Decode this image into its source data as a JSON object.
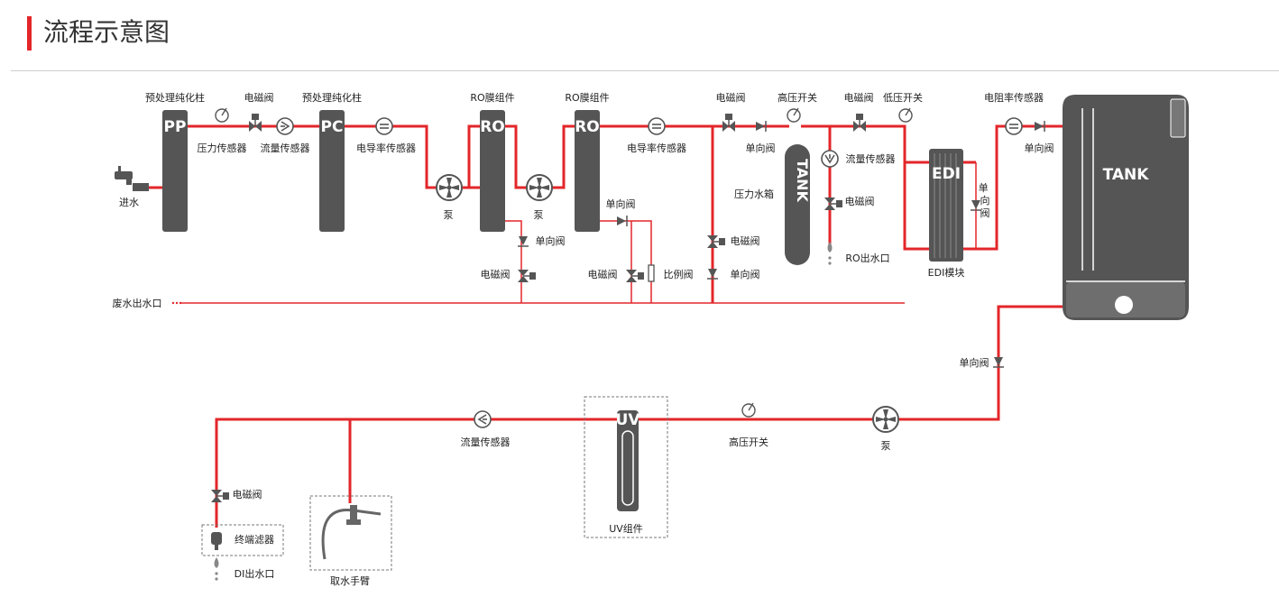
{
  "header": {
    "title": "流程示意图"
  },
  "labels": {
    "pre1": "预处理纯化柱",
    "pre2": "预处理纯化柱",
    "pp": "PP",
    "pc": "PC",
    "valve1": "电磁阀",
    "pressureSensor": "压力传感器",
    "flowSensor1": "流量传感器",
    "condSensor1": "电导率传感器",
    "ro1Title": "RO膜组件",
    "ro2Title": "RO膜组件",
    "ro1": "RO",
    "ro2": "RO",
    "pump1": "泵",
    "pump2": "泵",
    "condSensor2": "电导率传感器",
    "check1": "单向阀",
    "valve2": "电磁阀",
    "check2": "单向阀",
    "valve3": "电磁阀",
    "ratioValve": "比例阀",
    "valve4": "电磁阀",
    "highSwitch1": "高压开关",
    "check3": "单向阀",
    "tankSmall": "TANK",
    "pressureTank": "压力水箱",
    "valve5": "电磁阀",
    "check4": "单向阀",
    "valve6": "电磁阀",
    "lowSwitch": "低压开关",
    "flowSensor2": "流量传感器",
    "valve7": "电磁阀",
    "roOutlet": "RO出水口",
    "edi": "EDI",
    "ediModule": "EDI模块",
    "checkVert": "单向阀",
    "resistSensor": "电阻率传感器",
    "check5": "单向阀",
    "tankBig": "TANK",
    "inlet": "进水",
    "wasteOutlet": "废水出水口",
    "check6": "单向阀",
    "pump3": "泵",
    "highSwitch2": "高压开关",
    "uv": "UV",
    "uvModule": "UV组件",
    "flowSensor3": "流量传感器",
    "valve8": "电磁阀",
    "terminalFilter": "终端滤器",
    "diOutlet": "DI出水口",
    "dispenseArm": "取水手臂"
  }
}
